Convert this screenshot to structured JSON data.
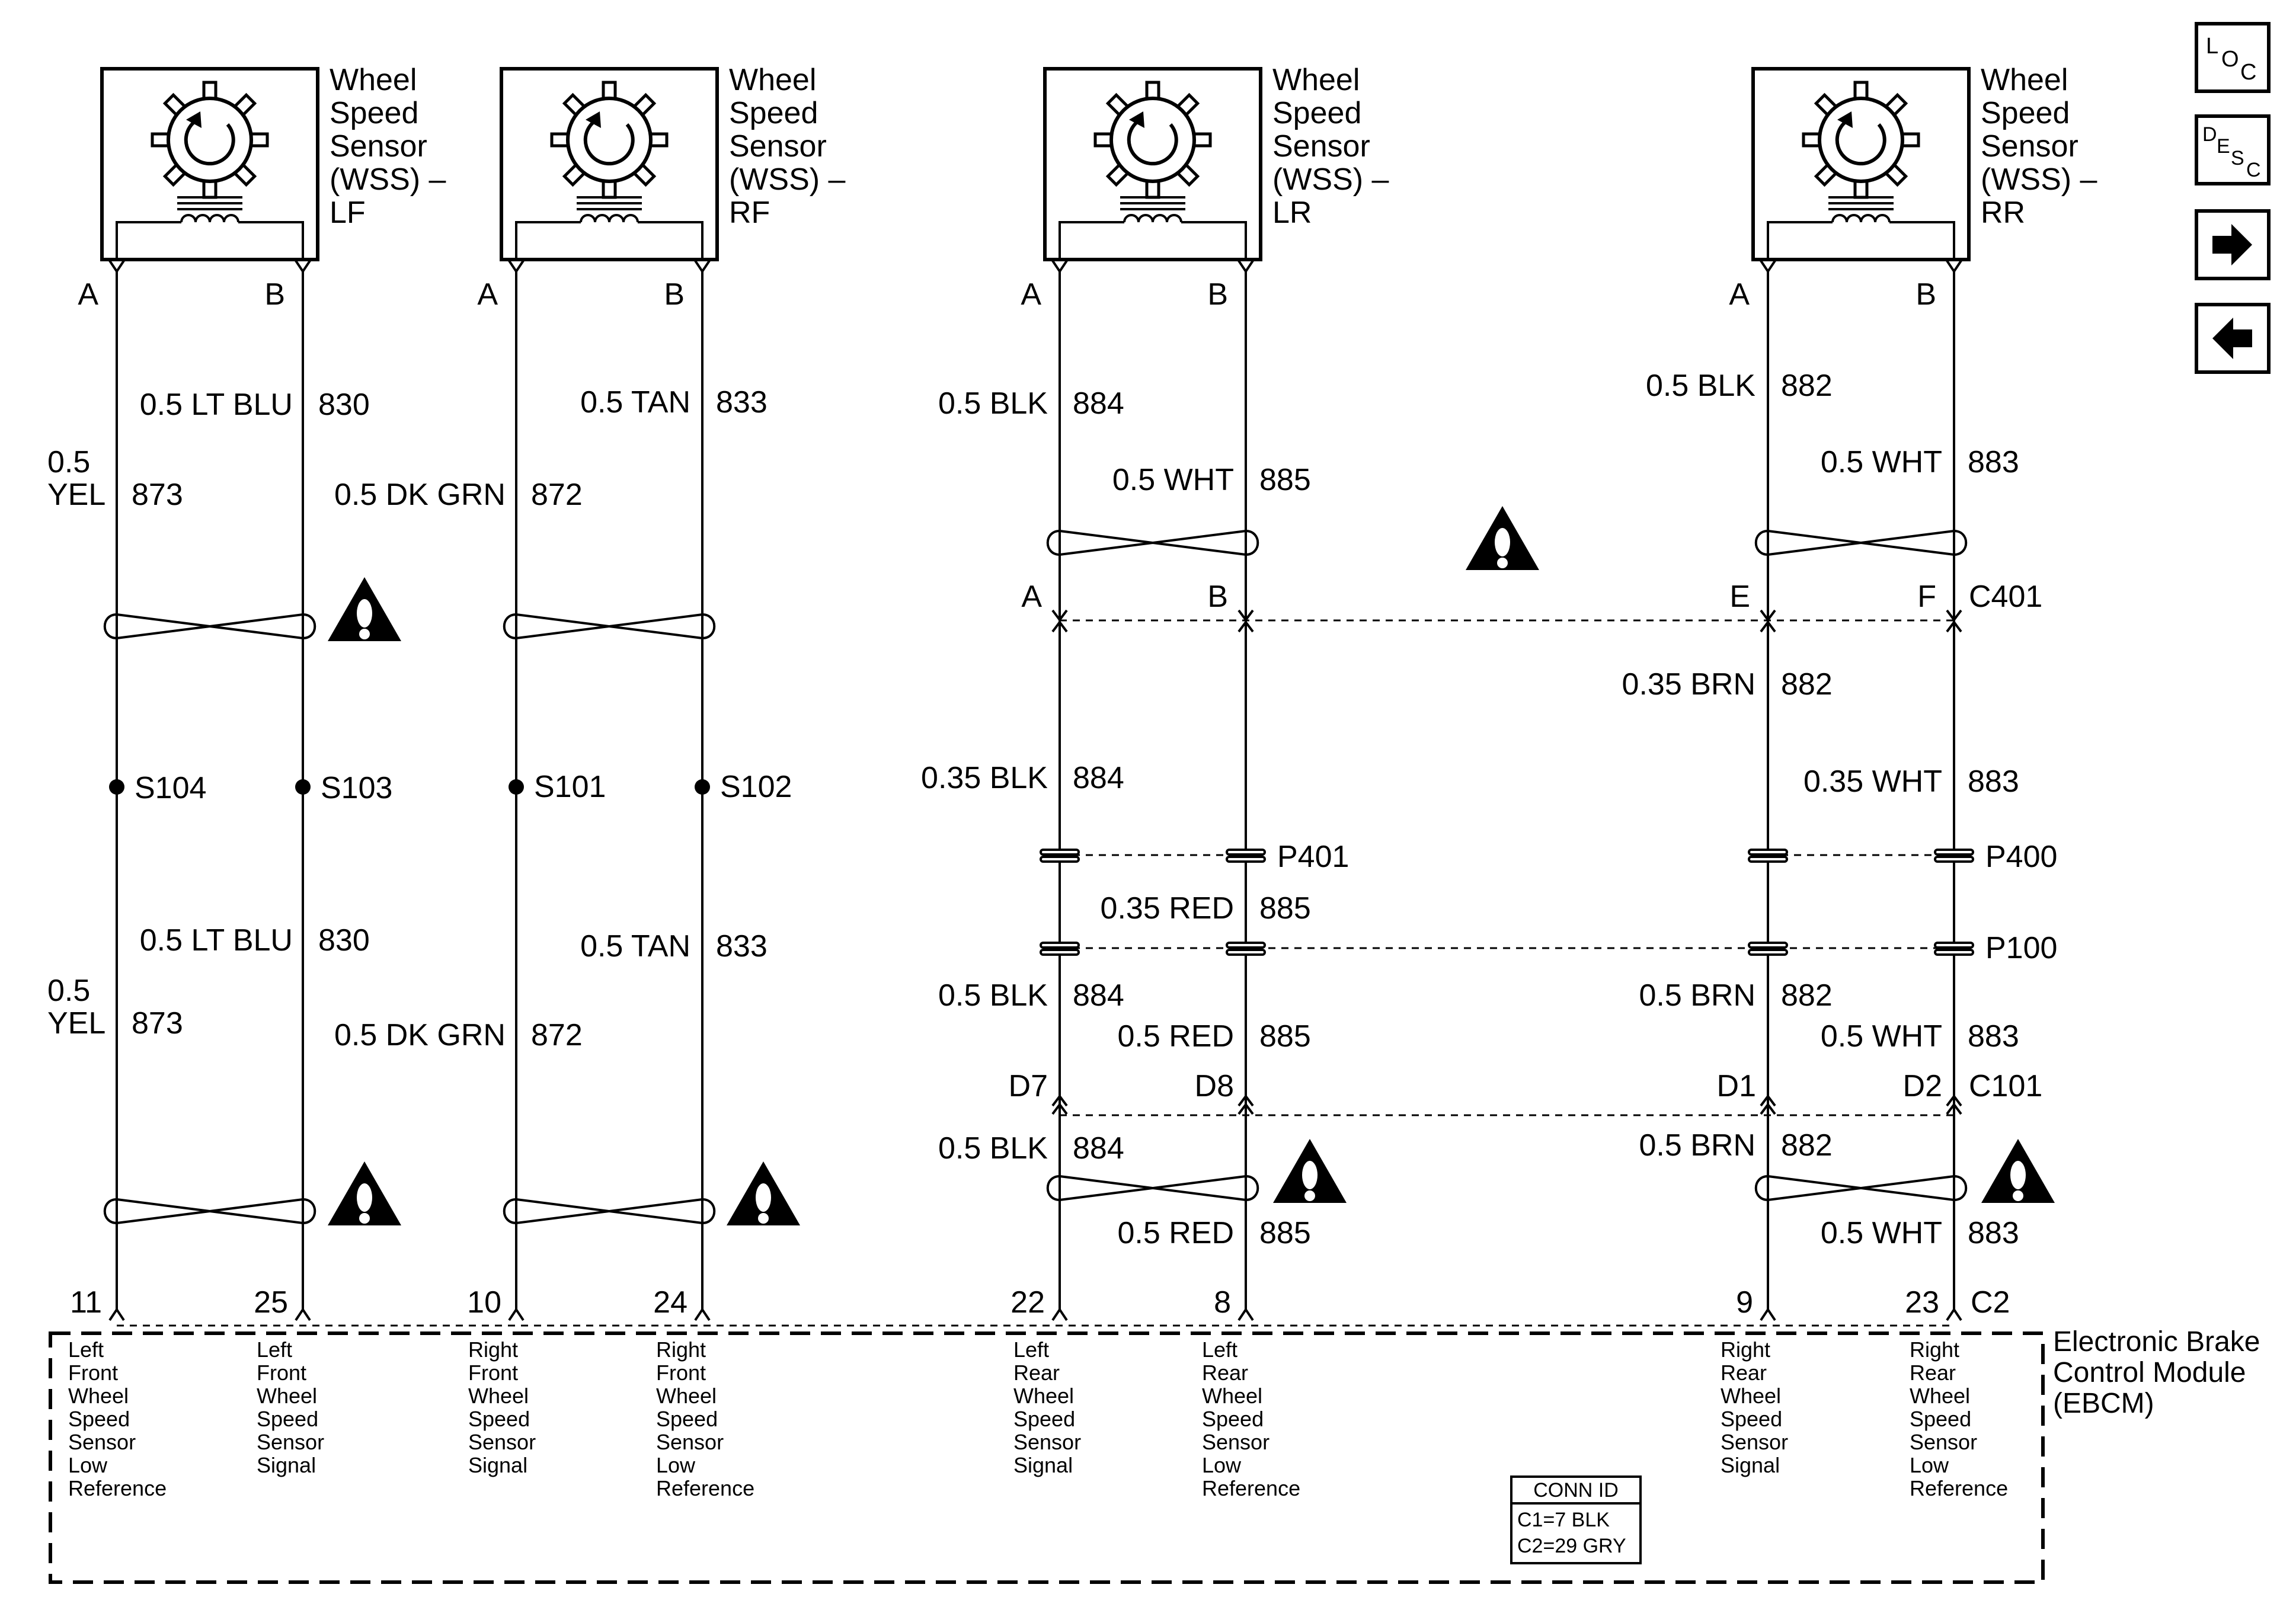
{
  "sensors": [
    {
      "label": "Wheel\nSpeed\nSensor\n(WSS) –\nLF"
    },
    {
      "label": "Wheel\nSpeed\nSensor\n(WSS) –\nRF"
    },
    {
      "label": "Wheel\nSpeed\nSensor\n(WSS) –\nLR"
    },
    {
      "label": "Wheel\nSpeed\nSensor\n(WSS) –\nRR"
    }
  ],
  "nav_buttons": [
    {
      "name": "loc-button",
      "icon": "loc-icon"
    },
    {
      "name": "desc-button",
      "icon": "desc-icon"
    },
    {
      "name": "next-button",
      "icon": "arrow-right-icon"
    },
    {
      "name": "prev-button",
      "icon": "arrow-left-icon"
    }
  ],
  "labels": [
    {
      "id": "t1",
      "text": "A"
    },
    {
      "id": "t2",
      "text": "B"
    },
    {
      "id": "t3",
      "text": "A"
    },
    {
      "id": "t4",
      "text": "B"
    },
    {
      "id": "t5",
      "text": "A"
    },
    {
      "id": "t6",
      "text": "B"
    },
    {
      "id": "t7",
      "text": "A"
    },
    {
      "id": "t8",
      "text": "B"
    },
    {
      "id": "t9",
      "text": "0.5 LT BLU"
    },
    {
      "id": "t10",
      "text": "830"
    },
    {
      "id": "t11",
      "text": "0.5"
    },
    {
      "id": "t12",
      "text": "YEL"
    },
    {
      "id": "t13",
      "text": "873"
    },
    {
      "id": "t14",
      "text": "0.5 DK GRN"
    },
    {
      "id": "t15",
      "text": "872"
    },
    {
      "id": "t16",
      "text": "0.5 TAN"
    },
    {
      "id": "t17",
      "text": "833"
    },
    {
      "id": "t18",
      "text": "0.5 BLK"
    },
    {
      "id": "t19",
      "text": "884"
    },
    {
      "id": "t20",
      "text": "0.5 WHT"
    },
    {
      "id": "t21",
      "text": "885"
    },
    {
      "id": "t22",
      "text": "0.5 BLK"
    },
    {
      "id": "t23",
      "text": "882"
    },
    {
      "id": "t24",
      "text": "0.5 WHT"
    },
    {
      "id": "t25",
      "text": "883"
    },
    {
      "id": "t26",
      "text": "A"
    },
    {
      "id": "t27",
      "text": "B"
    },
    {
      "id": "t28",
      "text": "E"
    },
    {
      "id": "t29",
      "text": "F"
    },
    {
      "id": "t30",
      "text": "C401"
    },
    {
      "id": "t31",
      "text": "0.35 BRN"
    },
    {
      "id": "t32",
      "text": "882"
    },
    {
      "id": "t33",
      "text": "S104"
    },
    {
      "id": "t34",
      "text": "S103"
    },
    {
      "id": "t35",
      "text": "S101"
    },
    {
      "id": "t36",
      "text": "S102"
    },
    {
      "id": "t37",
      "text": "0.35 BLK"
    },
    {
      "id": "t38",
      "text": "884"
    },
    {
      "id": "t39",
      "text": "0.35 WHT"
    },
    {
      "id": "t40",
      "text": "883"
    },
    {
      "id": "t41",
      "text": "P401"
    },
    {
      "id": "t42",
      "text": "P400"
    },
    {
      "id": "t43",
      "text": "0.35 RED"
    },
    {
      "id": "t44",
      "text": "885"
    },
    {
      "id": "t45",
      "text": "P100"
    },
    {
      "id": "t46",
      "text": "0.5 LT BLU"
    },
    {
      "id": "t47",
      "text": "830"
    },
    {
      "id": "t48",
      "text": "0.5 TAN"
    },
    {
      "id": "t49",
      "text": "833"
    },
    {
      "id": "t50",
      "text": "0.5"
    },
    {
      "id": "t51",
      "text": "YEL"
    },
    {
      "id": "t52",
      "text": "873"
    },
    {
      "id": "t53",
      "text": "0.5 DK GRN"
    },
    {
      "id": "t54",
      "text": "872"
    },
    {
      "id": "t55",
      "text": "0.5 BLK"
    },
    {
      "id": "t56",
      "text": "884"
    },
    {
      "id": "t57",
      "text": "0.5 BRN"
    },
    {
      "id": "t58",
      "text": "882"
    },
    {
      "id": "t59",
      "text": "0.5 RED"
    },
    {
      "id": "t60",
      "text": "885"
    },
    {
      "id": "t61",
      "text": "0.5 WHT"
    },
    {
      "id": "t62",
      "text": "883"
    },
    {
      "id": "t63",
      "text": "D7"
    },
    {
      "id": "t64",
      "text": "D8"
    },
    {
      "id": "t65",
      "text": "D1"
    },
    {
      "id": "t66",
      "text": "D2"
    },
    {
      "id": "t67",
      "text": "C101"
    },
    {
      "id": "t68",
      "text": "0.5 BLK"
    },
    {
      "id": "t69",
      "text": "884"
    },
    {
      "id": "t70",
      "text": "0.5 BRN"
    },
    {
      "id": "t71",
      "text": "882"
    },
    {
      "id": "t72",
      "text": "0.5 RED"
    },
    {
      "id": "t73",
      "text": "885"
    },
    {
      "id": "t74",
      "text": "0.5 WHT"
    },
    {
      "id": "t75",
      "text": "883"
    },
    {
      "id": "t76",
      "text": "11"
    },
    {
      "id": "t77",
      "text": "25"
    },
    {
      "id": "t78",
      "text": "10"
    },
    {
      "id": "t79",
      "text": "24"
    },
    {
      "id": "t80",
      "text": "22"
    },
    {
      "id": "t81",
      "text": "8"
    },
    {
      "id": "t82",
      "text": "9"
    },
    {
      "id": "t83",
      "text": "23"
    },
    {
      "id": "t84",
      "text": "C2"
    }
  ],
  "ebcm": {
    "name": "Electronic Brake\nControl Module\n(EBCM)",
    "pins": [
      {
        "desc": "Left\nFront\nWheel\nSpeed\nSensor\nLow\nReference"
      },
      {
        "desc": "Left\nFront\nWheel\nSpeed\nSensor\nSignal"
      },
      {
        "desc": "Right\nFront\nWheel\nSpeed\nSensor\nSignal"
      },
      {
        "desc": "Right\nFront\nWheel\nSpeed\nSensor\nLow\nReference"
      },
      {
        "desc": "Left\nRear\nWheel\nSpeed\nSensor\nSignal"
      },
      {
        "desc": "Left\nRear\nWheel\nSpeed\nSensor\nLow\nReference"
      },
      {
        "desc": "Right\nRear\nWheel\nSpeed\nSensor\nSignal"
      },
      {
        "desc": "Right\nRear\nWheel\nSpeed\nSensor\nLow\nReference"
      }
    ]
  },
  "conn_id": {
    "title": "CONN ID",
    "lines": [
      "C1=7 BLK",
      "C2=29 GRY"
    ]
  }
}
